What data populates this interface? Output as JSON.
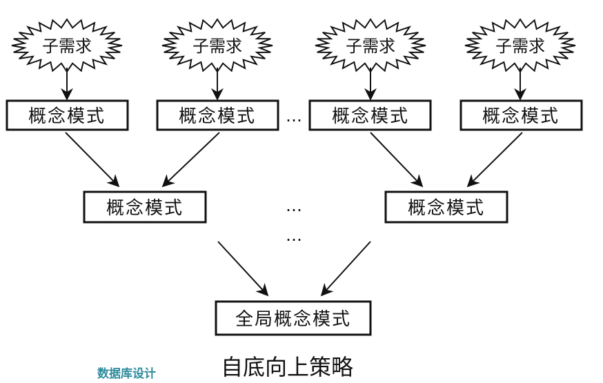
{
  "caption": "自底向上策略",
  "footer_label": "数据库设计",
  "ellipsis": "…",
  "colors": {
    "ink": "#111111",
    "footer": "#2e8b9c"
  },
  "diagram": {
    "sub_requirements": [
      "子需求",
      "子需求",
      "子需求",
      "子需求"
    ],
    "concept_models_l1": [
      "概念模式",
      "概念模式",
      "概念模式",
      "概念模式"
    ],
    "concept_models_l2": [
      "概念模式",
      "概念模式"
    ],
    "global_model": "全局概念模式"
  }
}
